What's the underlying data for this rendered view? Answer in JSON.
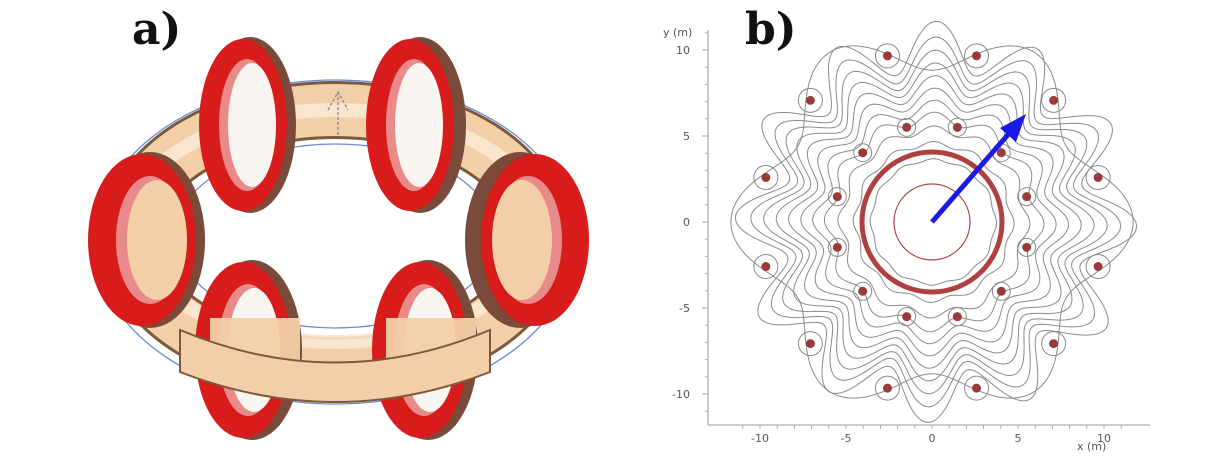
{
  "panels": {
    "a": {
      "label": "a)"
    },
    "b": {
      "label": "b)"
    }
  },
  "plot_b": {
    "y_axis_label": "y (m)",
    "x_axis_label": "x (m)",
    "y_ticks": [
      "10",
      "5",
      "0",
      "-5",
      "-10"
    ],
    "x_ticks": [
      "-10",
      "-5",
      "0",
      "5",
      "10"
    ],
    "colors": {
      "contour": "#8a8a8a",
      "coil": "#b04040",
      "arrow": "#1a1ae6"
    }
  },
  "torus_colors": {
    "coil_outer": "#d81c1c",
    "coil_inner": "#e88a8a",
    "coil_side": "#7a4a3a",
    "plasma": "#f2cfa8",
    "field_lines": "#6a8ad8"
  }
}
